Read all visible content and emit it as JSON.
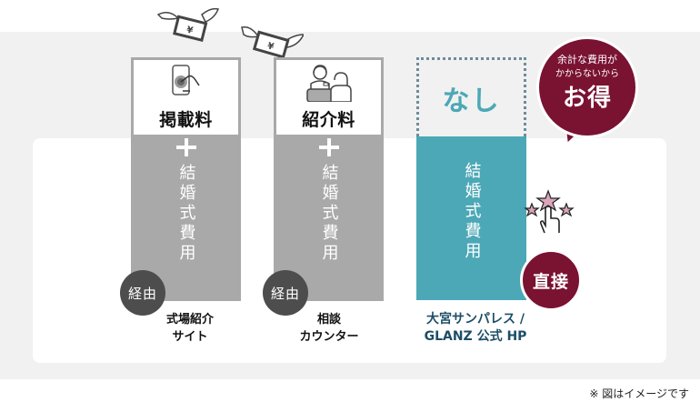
{
  "colors": {
    "background_band": "#f1f1f1",
    "panel": "#ffffff",
    "gray_column": "#a9a9a9",
    "teal_column": "#4ca8b6",
    "maroon_accent": "#7a1232",
    "badge_dark": "#4d4d4d",
    "caption_teal": "#1c4e66"
  },
  "columns": [
    {
      "fee_icon": "smartphone-tap-icon",
      "fee_label": "掲載料",
      "plus_icon": "plus-icon",
      "body_text": "結婚式費用",
      "badge": "経由",
      "caption_line1": "式場紹介",
      "caption_line2": "サイト"
    },
    {
      "fee_icon": "counter-staff-icon",
      "fee_label": "紹介料",
      "plus_icon": "plus-icon",
      "body_text": "結婚式費用",
      "badge": "経由",
      "caption_line1": "相談",
      "caption_line2": "カウンター"
    },
    {
      "fee_label": "なし",
      "body_text": "結婚式費用",
      "badge": "直接",
      "caption_line1": "大宮サンパレス /",
      "caption_line2": "GLANZ 公式 HP"
    }
  ],
  "bubble": {
    "line1": "余計な費用が",
    "line2": "かからないから",
    "line3": "お得"
  },
  "decorations": {
    "flying_money_1": "flying-yen-bill-icon",
    "flying_money_2": "flying-yen-bill-icon",
    "tap_stars": "tap-stars-icon"
  },
  "note": "※ 図はイメージです"
}
